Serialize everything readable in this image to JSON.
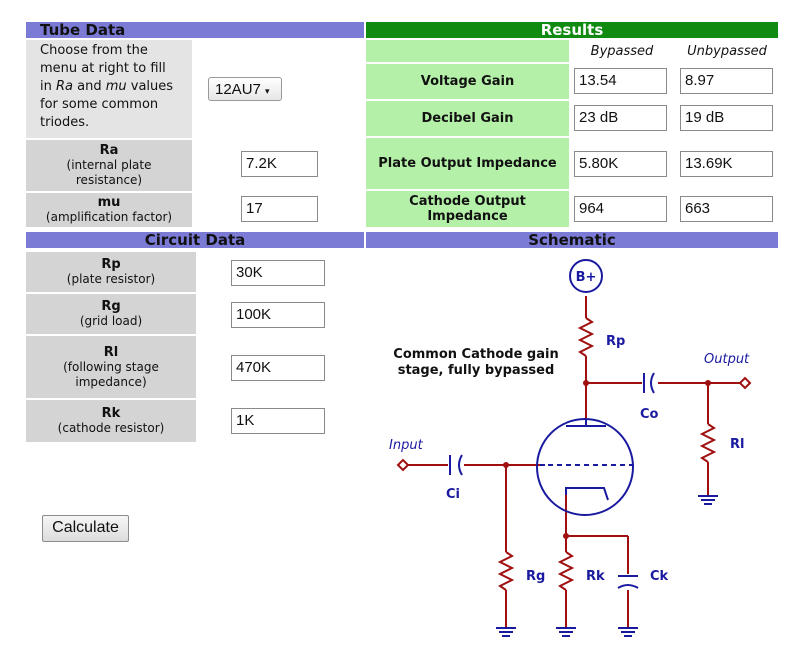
{
  "tube": {
    "header": "Tube Data",
    "desc_line1": "Choose from the",
    "desc_line2": "menu at right to fill",
    "desc_line3_pre": "in ",
    "desc_line3_ra": "Ra",
    "desc_line3_mid": " and ",
    "desc_line3_mu": "mu",
    "desc_line3_post": " values",
    "desc_line4": "for some common",
    "desc_line5": "triodes.",
    "select_value": "12AU7",
    "ra_label": "Ra",
    "ra_sub1": "(internal plate",
    "ra_sub2": "resistance)",
    "ra_value": "7.2K",
    "mu_label": "mu",
    "mu_sub": "(amplification factor)",
    "mu_value": "17"
  },
  "results": {
    "header": "Results",
    "col_bypassed": "Bypassed",
    "col_unbypassed": "Unbypassed",
    "rows": [
      {
        "label": "Voltage Gain",
        "bypassed": "13.54",
        "unbypassed": "8.97"
      },
      {
        "label": "Decibel Gain",
        "bypassed": "23 dB",
        "unbypassed": "19 dB"
      },
      {
        "label": "Plate Output Impedance",
        "bypassed": "5.80K",
        "unbypassed": "13.69K"
      },
      {
        "label1": "Cathode Output",
        "label2": "Impedance",
        "bypassed": "964",
        "unbypassed": "663"
      }
    ]
  },
  "circuit": {
    "header": "Circuit Data",
    "rp_label": "Rp",
    "rp_sub": "(plate resistor)",
    "rp_value": "30K",
    "rg_label": "Rg",
    "rg_sub": "(grid load)",
    "rg_value": "100K",
    "rl_label": "Rl",
    "rl_sub1": "(following stage",
    "rl_sub2": "impedance)",
    "rl_value": "470K",
    "rk_label": "Rk",
    "rk_sub": "(cathode resistor)",
    "rk_value": "1K",
    "calculate_label": "Calculate"
  },
  "schematic": {
    "header": "Schematic",
    "caption1": "Common Cathode gain",
    "caption2": "stage, fully bypassed",
    "bplus": "B+",
    "rp": "Rp",
    "co": "Co",
    "rl": "Rl",
    "ci": "Ci",
    "rg": "Rg",
    "rk": "Rk",
    "ck": "Ck",
    "input": "Input",
    "output": "Output"
  },
  "colors": {
    "header_purple": "#7b7bd6",
    "header_green": "#108a10",
    "result_green": "#b4f0a8",
    "label_gray": "#d4d4d4",
    "wire_red": "#a01010",
    "schematic_blue": "#1a1aa0"
  }
}
